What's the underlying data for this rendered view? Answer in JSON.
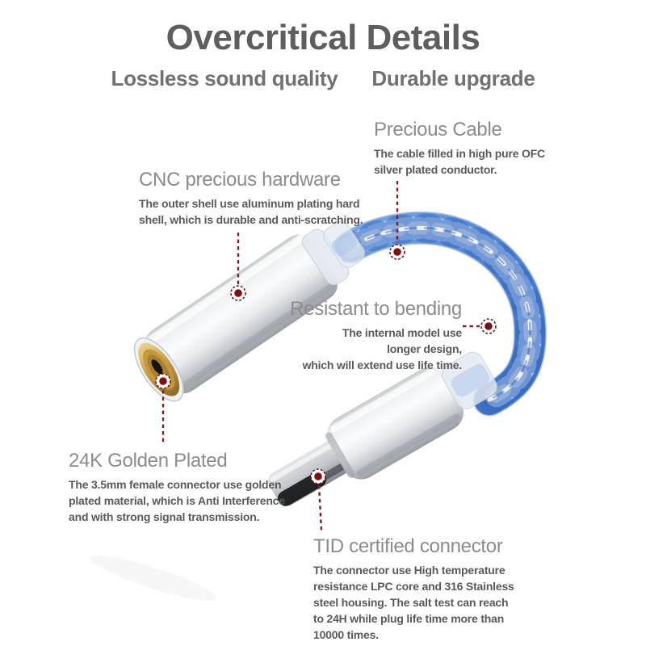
{
  "header": {
    "title": "Overcritical Details",
    "subtitle_left": "Lossless sound quality",
    "subtitle_right": "Durable upgrade"
  },
  "callouts": {
    "precious_cable": {
      "title": "Precious Cable",
      "lines": [
        "The cable filled in high pure OFC",
        "silver plated conductor."
      ]
    },
    "cnc_hardware": {
      "title": "CNC precious hardware",
      "lines": [
        "The outer shell use aluminum plating hard",
        "shell, which is durable and anti-scratching."
      ]
    },
    "resistant_bending": {
      "title": "Resistant to bending",
      "lines": [
        "The internal model use",
        "longer design,",
        "which will extend use life time."
      ]
    },
    "golden_plated": {
      "title": "24K Golden Plated",
      "lines": [
        "The 3.5mm female connector use golden",
        "plated material, which is Anti Interference",
        "and with strong signal transmission."
      ]
    },
    "tid_connector": {
      "title": "TID certified connector",
      "lines": [
        "The connector use High temperature",
        "resistance LPC core and 316 Stainless",
        "steel housing. The salt test can reach",
        "to 24H while plug life time more than",
        "10000 times."
      ]
    }
  },
  "colors": {
    "background": "#ffffff",
    "title_text": "#5e5e5e",
    "heading_text": "#8c8c8c",
    "body_text": "#5a5a5a",
    "marker_red": "#7a1212",
    "dash_line": "#7d2121",
    "cable_blue": "#4f83d2",
    "gold_plating": "#c79f4a",
    "metal_silver": "#d6d9dd"
  }
}
